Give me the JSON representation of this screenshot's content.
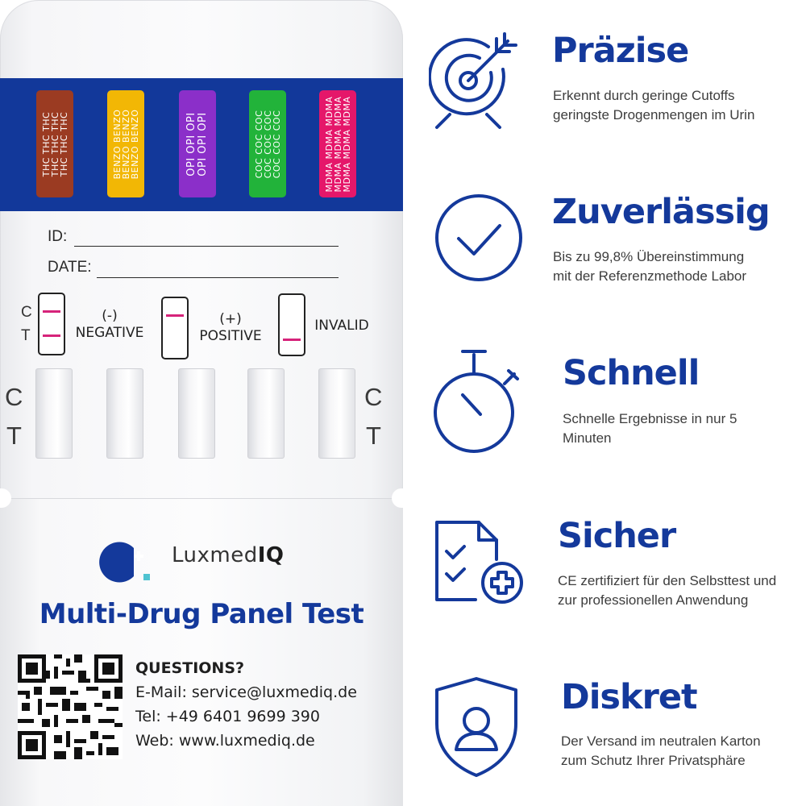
{
  "test_card": {
    "strips": [
      {
        "label": "THC",
        "color": "#9b3b22",
        "text": "THC THC THC"
      },
      {
        "label": "BENZO",
        "color": "#f2b705",
        "text": "BENZO BENZO"
      },
      {
        "label": "OPI",
        "color": "#8b2fc9",
        "text": "OPI OPI OPI"
      },
      {
        "label": "COC",
        "color": "#22b33a",
        "text": "COC COC COC"
      },
      {
        "label": "MDMA",
        "color": "#e5176a",
        "text": "MDMA MDMA MDMA"
      }
    ],
    "form": {
      "id_label": "ID:",
      "date_label": "DATE:"
    },
    "legend": {
      "c_letter": "C",
      "t_letter": "T",
      "negative_sign": "(-)",
      "negative_label": "NEGATIVE",
      "positive_sign": "(+)",
      "positive_label": "POSITIVE",
      "invalid_label": "INVALID",
      "line_color": "#d6237a"
    },
    "well_markers": {
      "c": "C",
      "t": "T"
    },
    "brand": {
      "name_light": "Luxmed",
      "name_bold": "IQ",
      "brand_color": "#14399b",
      "accent_color": "#4fc3d1"
    },
    "product_title": "Multi-Drug Panel Test",
    "contact": {
      "heading": "QUESTIONS?",
      "email": "E-Mail: service@luxmediq.de",
      "tel": "Tel: +49 6401 9699 390",
      "web": "Web: www.luxmediq.de"
    },
    "band_color": "#12389a"
  },
  "features": [
    {
      "icon": "target-icon",
      "title": "Präzise",
      "desc_line1": "Erkennt durch geringe Cutoffs",
      "desc_line2": "geringste Drogenmengen im Urin"
    },
    {
      "icon": "check-circle-icon",
      "title": "Zuverlässig",
      "desc_line1": "Bis zu 99,8% Übereinstimmung",
      "desc_line2": "mit der Referenzmethode Labor"
    },
    {
      "icon": "stopwatch-icon",
      "title": "Schnell",
      "desc_line1": "Schnelle Ergebnisse in nur 5",
      "desc_line2": "Minuten"
    },
    {
      "icon": "certified-document-icon",
      "title": "Sicher",
      "desc_line1": "CE zertifiziert für den Selbsttest und",
      "desc_line2": "zur professionellen Anwendung"
    },
    {
      "icon": "user-shield-icon",
      "title": "Diskret",
      "desc_line1": "Der Versand im neutralen Karton",
      "desc_line2": "zum Schutz Ihrer Privatsphäre"
    }
  ],
  "icon_color": "#14399b"
}
